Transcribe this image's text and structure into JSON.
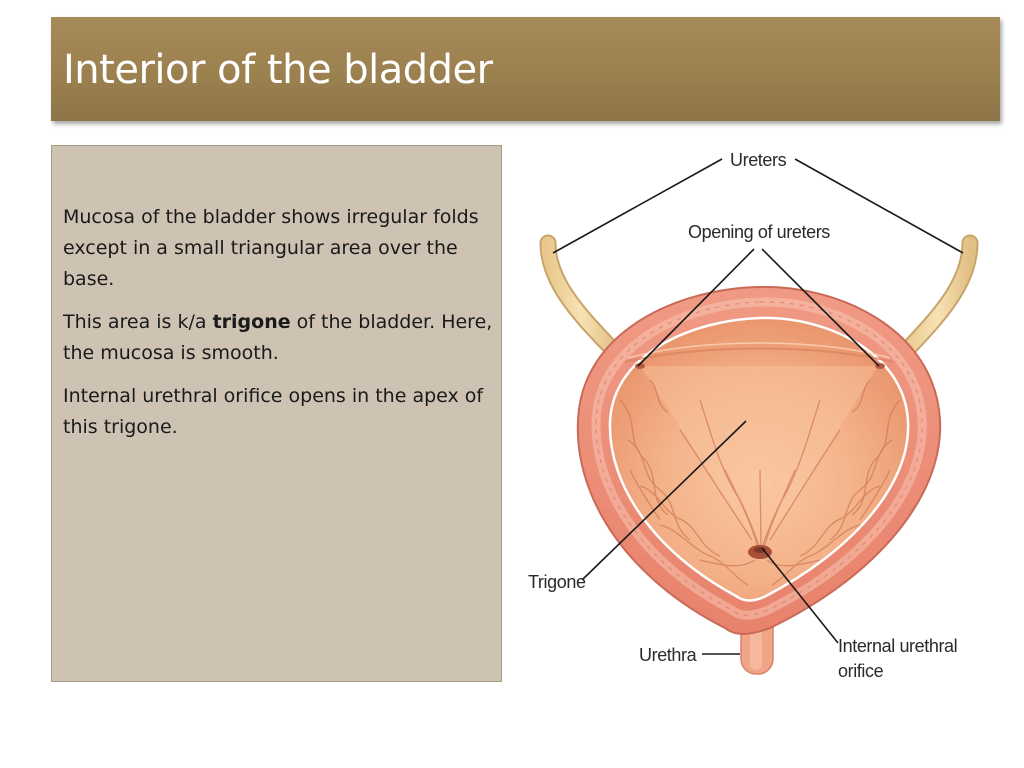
{
  "slide": {
    "title": "Interior of the bladder"
  },
  "content": {
    "para1": "Mucosa of the bladder shows irregular folds except in a small triangular area over the base.",
    "para2_prefix": "This area is k/a ",
    "para2_bold": "trigone",
    "para2_suffix": " of the bladder. Here, the mucosa is smooth.",
    "para3": "Internal urethral orifice opens in the apex of this trigone."
  },
  "diagram": {
    "labels": {
      "ureters": "Ureters",
      "opening_of_ureters": "Opening of ureters",
      "trigone": "Trigone",
      "urethra": "Urethra",
      "internal_urethral_line1": "Internal urethral",
      "internal_urethral_line2": "orifice"
    },
    "colors": {
      "outer_wall": "#ec907c",
      "inner_mucosa": "#f4b48c",
      "ureter": "#f2d6a2",
      "title_bar": "#9c8150",
      "content_box": "#cec3b3"
    }
  }
}
